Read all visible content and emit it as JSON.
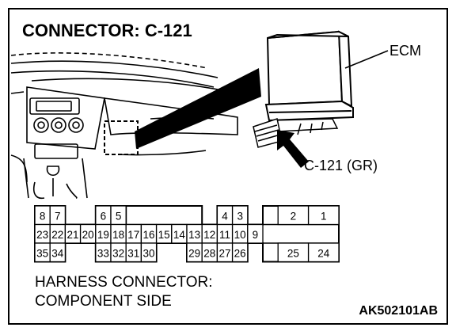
{
  "header": {
    "title": "CONNECTOR: C-121"
  },
  "callouts": {
    "ecm": "ECM",
    "connector": "C-121 (GR)"
  },
  "caption": {
    "line1": "HARNESS CONNECTOR:",
    "line2": "COMPONENT SIDE"
  },
  "figure_code": "AK502101AB",
  "pins": {
    "row1": [
      "8",
      "7",
      "6",
      "5",
      "4",
      "3",
      "2",
      "1"
    ],
    "row2": [
      "23",
      "22",
      "21",
      "20",
      "19",
      "18",
      "17",
      "16",
      "15",
      "14",
      "13",
      "12",
      "11",
      "10",
      "9"
    ],
    "row3": [
      "35",
      "34",
      "33",
      "32",
      "31",
      "30",
      "29",
      "28",
      "27",
      "26",
      "25",
      "24"
    ]
  }
}
